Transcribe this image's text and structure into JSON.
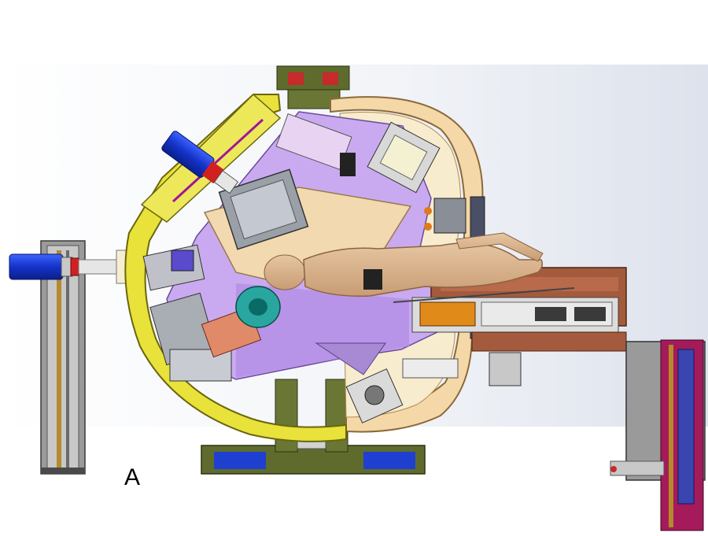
{
  "figure": {
    "panel_label": "A"
  },
  "colors": {
    "background": "#ffffff",
    "gradient_right": "#dfe3ec",
    "yellow_frame": "#e8e23a",
    "olive_base": "#5e6b2d",
    "violet_chamber": "#c6a7ec",
    "tan_support": "#f2d9b0",
    "patient_skin": "#d8b48e",
    "couch_brown": "#a45a3c",
    "blue_component": "#1f3fd0",
    "gray_structure": "#8c8c8c",
    "magenta_accent": "#b0197a"
  },
  "icons": {
    "patient": "patient-phantom-figure",
    "blue_cylinder": "blue-cylinder-source"
  }
}
